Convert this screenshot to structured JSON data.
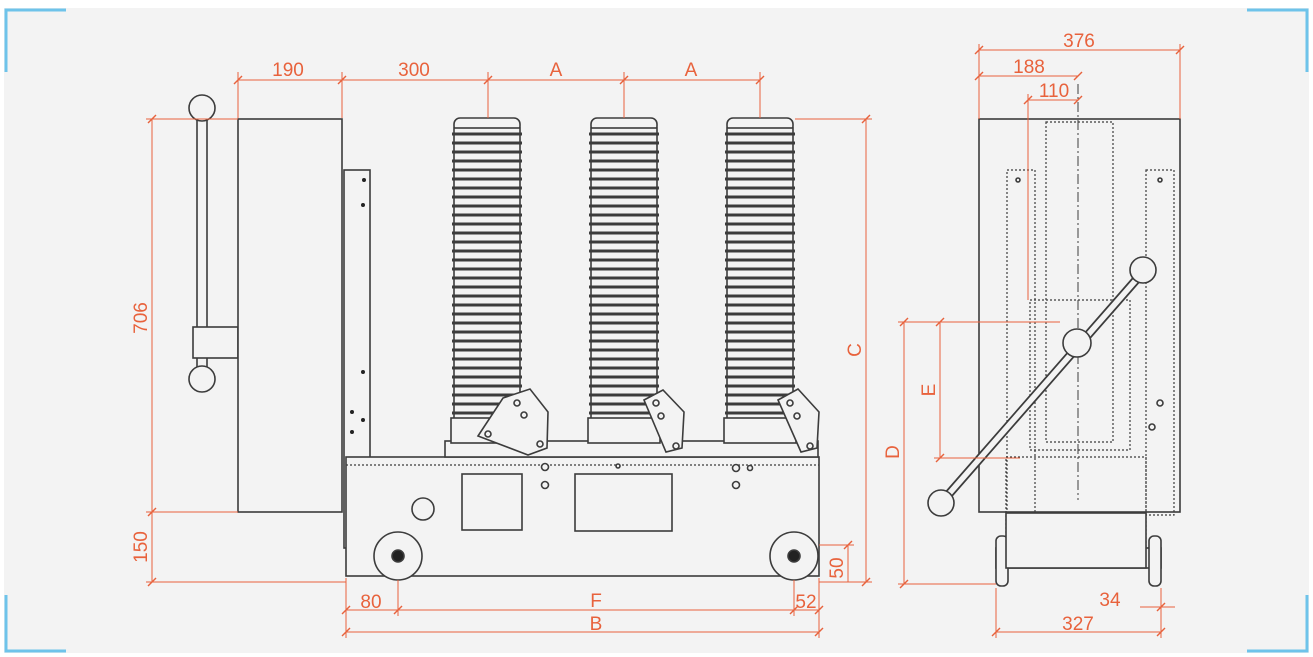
{
  "colors": {
    "background": "#f3f3f3",
    "outline": "#3c3c3c",
    "dimension": "#e8623c",
    "corner_marks": "#6ec3ea",
    "fill": "#f3f3f3",
    "dark": "#222222"
  },
  "dimensions": {
    "front_width_190": "190",
    "front_width_300": "300",
    "pole_spacing_1": "A",
    "pole_spacing_2": "A",
    "front_height_706": "706",
    "front_height_150": "150",
    "height_c": "C",
    "wheel_height_50": "50",
    "base_left_80": "80",
    "wheel_span_f": "F",
    "base_right_52": "52",
    "base_width_b": "B",
    "side_width_376": "376",
    "side_width_188": "188",
    "side_width_110": "110",
    "side_height_d": "D",
    "side_height_e": "E",
    "side_wheel_34": "34",
    "side_wheel_327": "327"
  }
}
